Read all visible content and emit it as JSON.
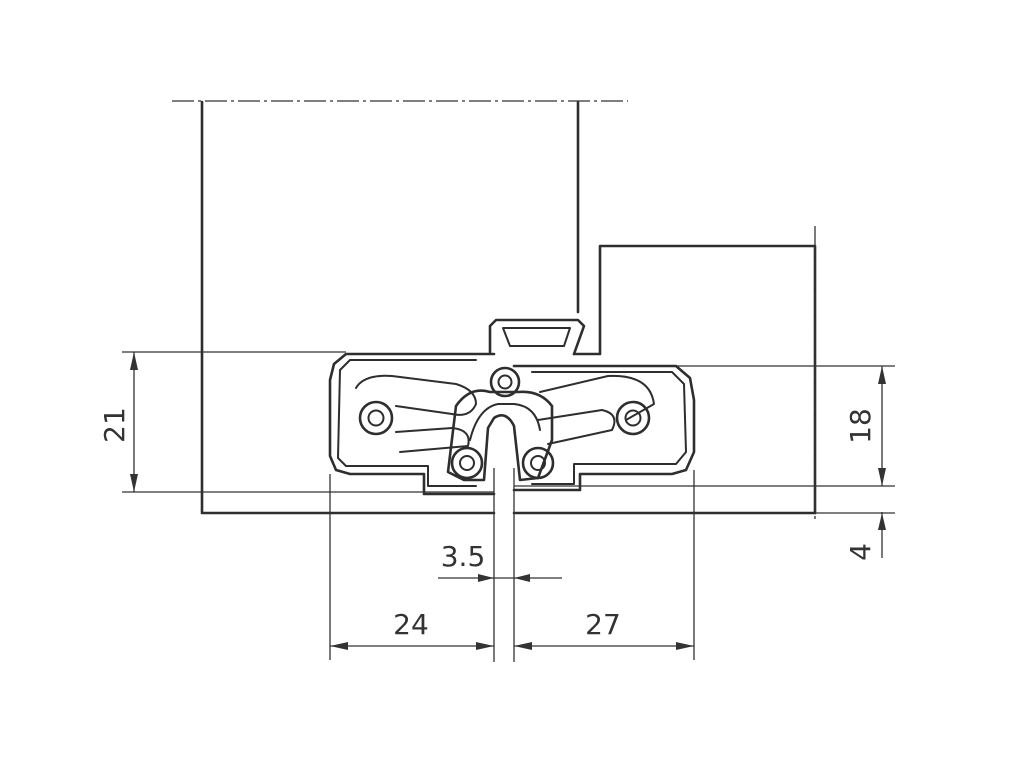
{
  "dimensions": {
    "total_height": "21",
    "body_height": "18",
    "offset": "4",
    "gap": "3.5",
    "frame_side_width": "24",
    "door_side_width": "27"
  }
}
